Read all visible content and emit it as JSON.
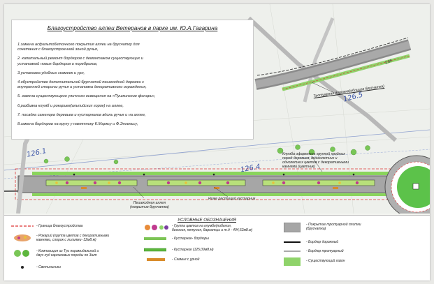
{
  "notes": {
    "title": "Благоустройство аллеи Ветеранов в парке им. Ю.А.Гагарина",
    "items": [
      "1.замена асфальтобетонного покрытия аллеи на брусчатку для\n               сочетания с благоустроенной зоной ручья,",
      "2. капитальный ремонт бордюров с демонтажом существующих и\n               установкой новых бордюров и поребриков,",
      "3.установка удобных скамеек и урн,",
      "4.обустройство дополнительной брусчатой пешеходной дорожки с\n     внутренней стороны ручья и установка декоративного ограждения,",
      "5. замена существующего уличного освещения на «Пушкинские фонари»,",
      "6.разбивка клумб и рокариев(альпийских горок) на аллее,",
      "7. посадка саженцев деревьев и кустарников вдоль ручья и на аллее,",
      "8.замена бордюров на кругу у памятнику К.Марксу и Ф.Энгельсу,"
    ]
  },
  "plan": {
    "label_sidewalk": "Тротуарная дорожка(облицов брусчатка)",
    "label_flowerbed": "Клумба оформлена группой хвойных\nпород деревьев, многолетних и\nоднолетних цветов с декоративными\nкамнями (цветник)",
    "label_alley": "Пешеходная аллея\n(покрытие брусчатка)",
    "label_hedge": "Ниже растущий кустарник",
    "dim_1": "126.5",
    "dim_2": "126.1",
    "dim_3": "126.4",
    "dim_small": "2,04"
  },
  "legend": {
    "title": "УСЛОВНЫЕ ОБОЗНАЧЕНИЯ",
    "items": [
      "- Граница благоустройства",
      "- Рокарий (группа цветов с декоративными\n  камнями, слорок с  лилиями- 32м8.м)",
      "- Композиция из Туи пирамидальной и\n  двух луд карликовых породы по 3шт",
      "- Светильники",
      "- Группа цветов на клумбе(лобелия,\n  бегония, петуния, бархатцы и т.д - 404,52м8.м)",
      "- Кустарник- бордюры",
      "- Кустарник (125,09м8.м)",
      "- Скамья с урной",
      "- Покрытие тротуарной плитки\n                    (брусчатка)",
      "- Бордюр дорожный",
      "- Бордюр тротуарный",
      "- Существующий газон"
    ]
  }
}
